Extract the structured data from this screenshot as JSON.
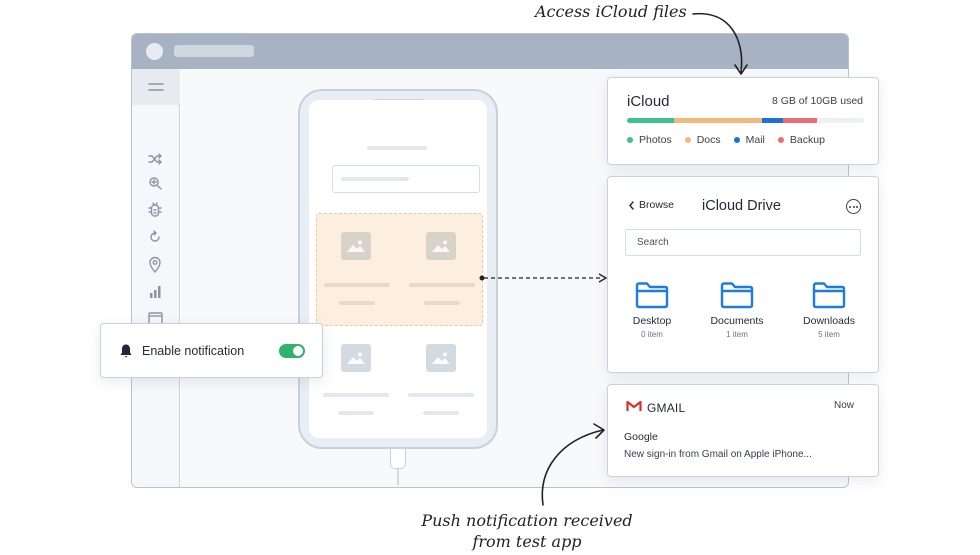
{
  "annotations": {
    "top": "Access iCloud files",
    "bottom_line1": "Push notification received",
    "bottom_line2": "from test app"
  },
  "sidebar": {
    "tools": [
      "shuffle-icon",
      "zoom-icon",
      "bug-icon",
      "rotate-icon",
      "location-pin-icon",
      "bar-chart-icon",
      "window-icon",
      "accessibility-icon"
    ]
  },
  "icloud": {
    "title": "iCloud",
    "usage": "8 GB of 10GB used",
    "legend": [
      "Photos",
      "Docs",
      "Mail",
      "Backup"
    ],
    "segments": [
      {
        "label": "Photos",
        "fraction": 0.2,
        "color": "#3cc28a"
      },
      {
        "label": "Docs",
        "fraction": 0.37,
        "color": "#f2b97a"
      },
      {
        "label": "Mail",
        "fraction": 0.09,
        "color": "#1e6fd9"
      },
      {
        "label": "Backup",
        "fraction": 0.14,
        "color": "#ee6b78"
      }
    ]
  },
  "drive": {
    "back_label": "Browse",
    "title": "iCloud Drive",
    "search_placeholder": "Search",
    "folders": [
      {
        "name": "Desktop",
        "count": "0 item"
      },
      {
        "name": "Documents",
        "count": "1 item"
      },
      {
        "name": "Downloads",
        "count": "5 item"
      }
    ],
    "folder_color": "#1e7be0"
  },
  "gmail": {
    "app": "GMAIL",
    "time": "Now",
    "sender": "Google",
    "body": "New sign-in from Gmail on Apple iPhone..."
  },
  "notification": {
    "label": "Enable notification",
    "enabled": true,
    "toggle_color": "#2fb36a"
  }
}
